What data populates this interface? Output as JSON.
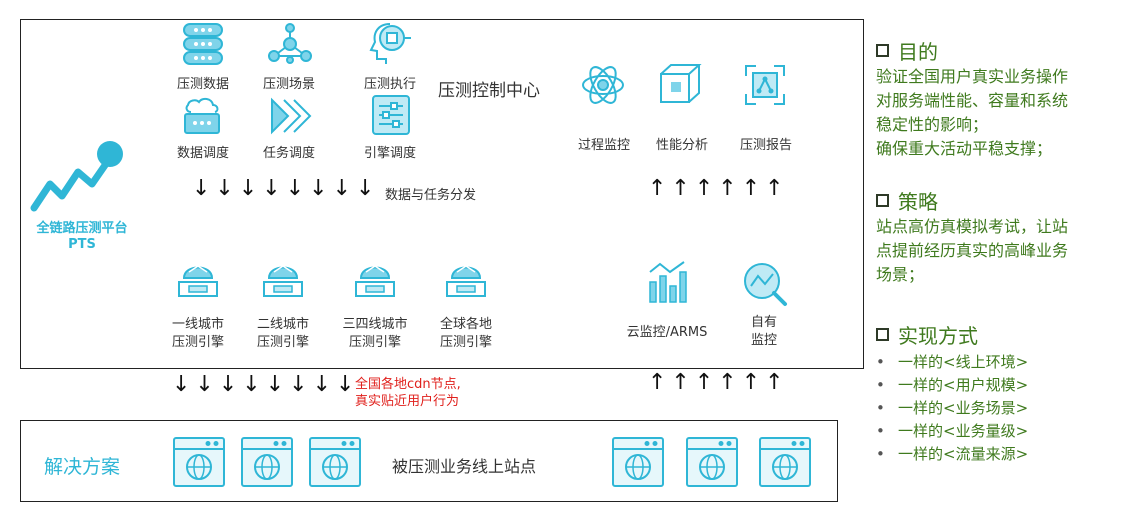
{
  "platform": {
    "name_line1": "全链路压测平台",
    "name_line2": "PTS"
  },
  "control": {
    "items": [
      "压测数据",
      "压测场景",
      "压测执行",
      "数据调度",
      "任务调度",
      "引擎调度"
    ],
    "center_title": "压测控制中心",
    "monitor": [
      "过程监控",
      "性能分析",
      "压测报告"
    ],
    "dispatch_note": "数据与任务分发"
  },
  "engines": [
    {
      "line1": "一线城市",
      "line2": "压测引擎"
    },
    {
      "line1": "二线城市",
      "line2": "压测引擎"
    },
    {
      "line1": "三四线城市",
      "line2": "压测引擎"
    },
    {
      "line1": "全球各地",
      "line2": "压测引擎"
    }
  ],
  "monitoring": {
    "cloud": "云监控/ARMS",
    "self_line1": "自有",
    "self_line2": "监控"
  },
  "cdn_note": {
    "line1": "全国各地cdn节点,",
    "line2": "真实贴近用户行为"
  },
  "solution": {
    "label": "解决方案",
    "site_title": "被压测业务线上站点"
  },
  "sidebar": {
    "purpose_title": "目的",
    "purpose_lines": [
      "验证全国用户真实业务操作",
      "对服务端性能、容量和系统",
      "稳定性的影响；",
      "确保重大活动平稳支撑；"
    ],
    "strategy_title": "策略",
    "strategy_lines": [
      "站点高仿真模拟考试，让站",
      "点提前经历真实的高峰业务",
      "场景；"
    ],
    "impl_title": "实现方式",
    "impl_items": [
      "一样的<线上环境>",
      "一样的<用户规模>",
      "一样的<业务场景>",
      "一样的<业务量级>",
      "一样的<流量来源>"
    ]
  },
  "colors": {
    "accent": "#2fb6d6",
    "green_text": "#3f7a1e",
    "red_text": "#e0201c"
  }
}
